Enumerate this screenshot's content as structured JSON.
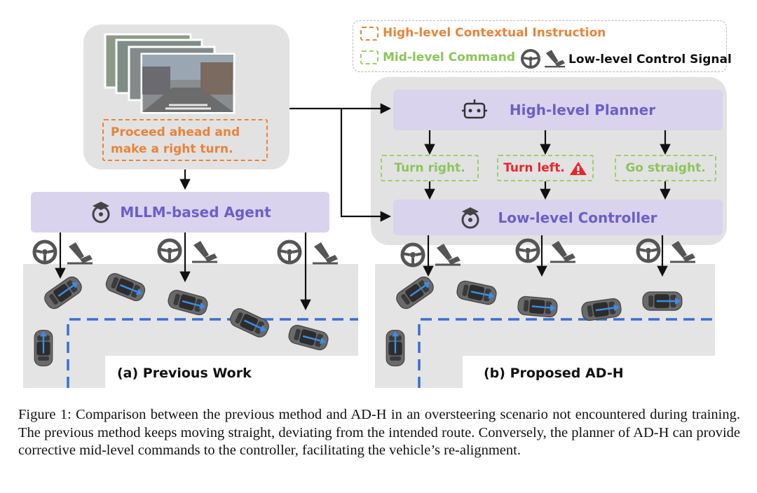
{
  "legend": {
    "high_level": "High-level  Contextual Instruction",
    "mid_level": "Mid-level Command",
    "low_level": "Low-level Control Signal"
  },
  "colors": {
    "high_level": "#e8843a",
    "mid_level": "#9ccf6a",
    "purple_box": "#d9d3ee",
    "purple_text": "#6b5fc8",
    "route": "#3a6fd0",
    "warning": "#e8262c"
  },
  "left": {
    "instruction": [
      "Proceed ahead and",
      "make a right turn."
    ],
    "agent_label": "MLLM-based Agent",
    "sub_caption": "(a) Previous Work"
  },
  "right": {
    "planner_label": "High-level Planner",
    "commands": [
      "Turn right.",
      "Turn left.",
      "Go straight."
    ],
    "controller_label": "Low-level Controller",
    "sub_caption": "(b) Proposed AD-H"
  },
  "icons": [
    "robot-icon",
    "graduation-cap-steering-icon",
    "steering-wheel-icon",
    "pedal-icon",
    "warning-icon",
    "car-icon"
  ],
  "caption": "Figure 1:   Comparison between the previous method and AD-H in an oversteering scenario not encountered during training. The previous method keeps moving straight, deviating from the intended route. Conversely, the planner of AD-H can provide corrective mid-level commands to the controller, facilitating the vehicle’s re-alignment."
}
